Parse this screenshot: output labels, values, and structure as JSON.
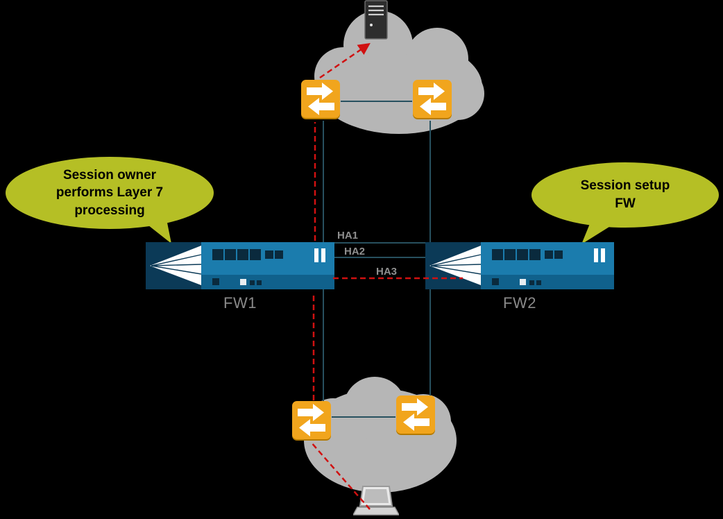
{
  "diagram": {
    "type": "network-topology",
    "background": "#000000",
    "callouts": {
      "left": "Session owner\nperforms Layer 7\nprocessing",
      "right": "Session setup\nFW"
    },
    "firewalls": [
      {
        "label": "FW1"
      },
      {
        "label": "FW2"
      }
    ],
    "ha_links": [
      {
        "label": "HA1"
      },
      {
        "label": "HA2"
      },
      {
        "label": "HA3"
      }
    ],
    "endpoints": {
      "top": "server-icon",
      "bottom": "laptop-icon"
    },
    "switches": [
      "switch-top-left",
      "switch-top-right",
      "switch-bottom-left",
      "switch-bottom-right"
    ],
    "flow": {
      "style": "red-dashed-arrow",
      "route": [
        "laptop",
        "switch-bottom-left",
        "FW1",
        "HA3",
        "FW2",
        "switch-top-left",
        "server"
      ]
    },
    "colors": {
      "cloud_gray": "#b6b6b6",
      "switch_orange": "#f1a51d",
      "firewall_blue": "#1b7cad",
      "firewall_navy": "#0b3a57",
      "callout_olive": "#b5bf25",
      "path_red": "#d01111",
      "link_teal": "#27505f",
      "label_gray": "#8a8a8a"
    }
  }
}
